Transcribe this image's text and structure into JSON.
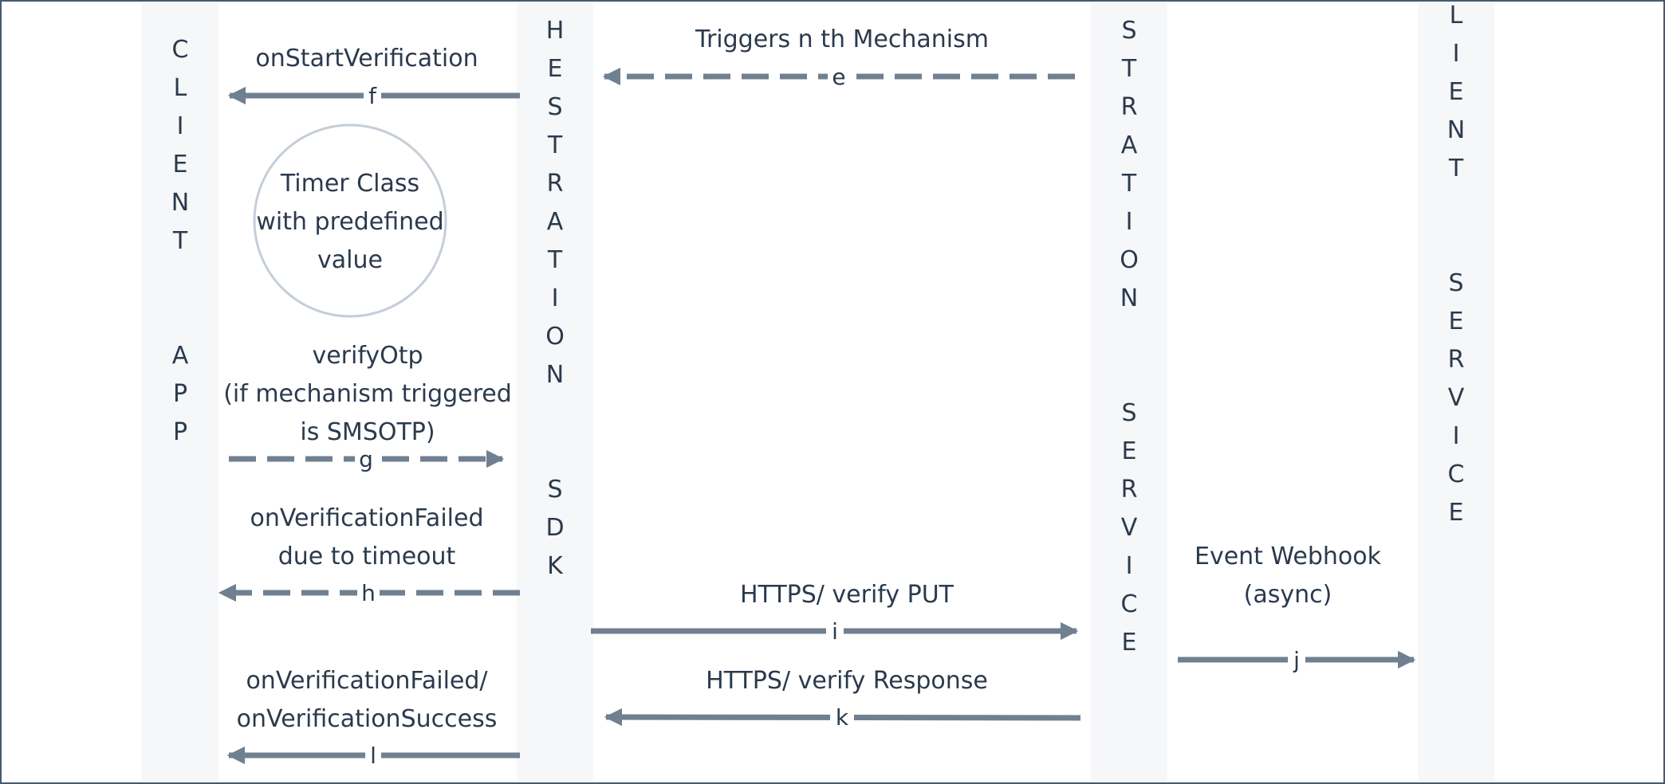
{
  "columns": {
    "client_app": "CLIENT  APP",
    "orchestration_sdk": "HESTRATION  SDK",
    "orchestration_service": "STRATION  SERVICE",
    "client_service": "LIENT  SERVICE"
  },
  "timer": [
    "Timer Class",
    "with predefined",
    "value"
  ],
  "arrows": {
    "e": {
      "letter": "e",
      "label": [
        "Triggers n th Mechanism"
      ]
    },
    "f": {
      "letter": "f",
      "label": [
        "onStartVerification"
      ]
    },
    "g": {
      "letter": "g",
      "label": [
        "verifyOtp",
        "(if mechanism triggered",
        "is SMSOTP)"
      ]
    },
    "h": {
      "letter": "h",
      "label": [
        "onVerificationFailed",
        "due to timeout"
      ]
    },
    "i": {
      "letter": "i",
      "label": [
        "HTTPS/ verify PUT"
      ]
    },
    "j": {
      "letter": "j",
      "label": [
        "Event Webhook",
        "(async)"
      ]
    },
    "k": {
      "letter": "k",
      "label": [
        "HTTPS/ verify Response"
      ]
    },
    "l": {
      "letter": "l",
      "label": [
        "onVerificationFailed/",
        "onVerificationSuccess"
      ]
    }
  },
  "colors": {
    "band": "#f6f7f8",
    "border": "#475a6e",
    "arrow": "#708090",
    "text": "#2b3a4d",
    "timer_circle": "#c5ced8"
  }
}
